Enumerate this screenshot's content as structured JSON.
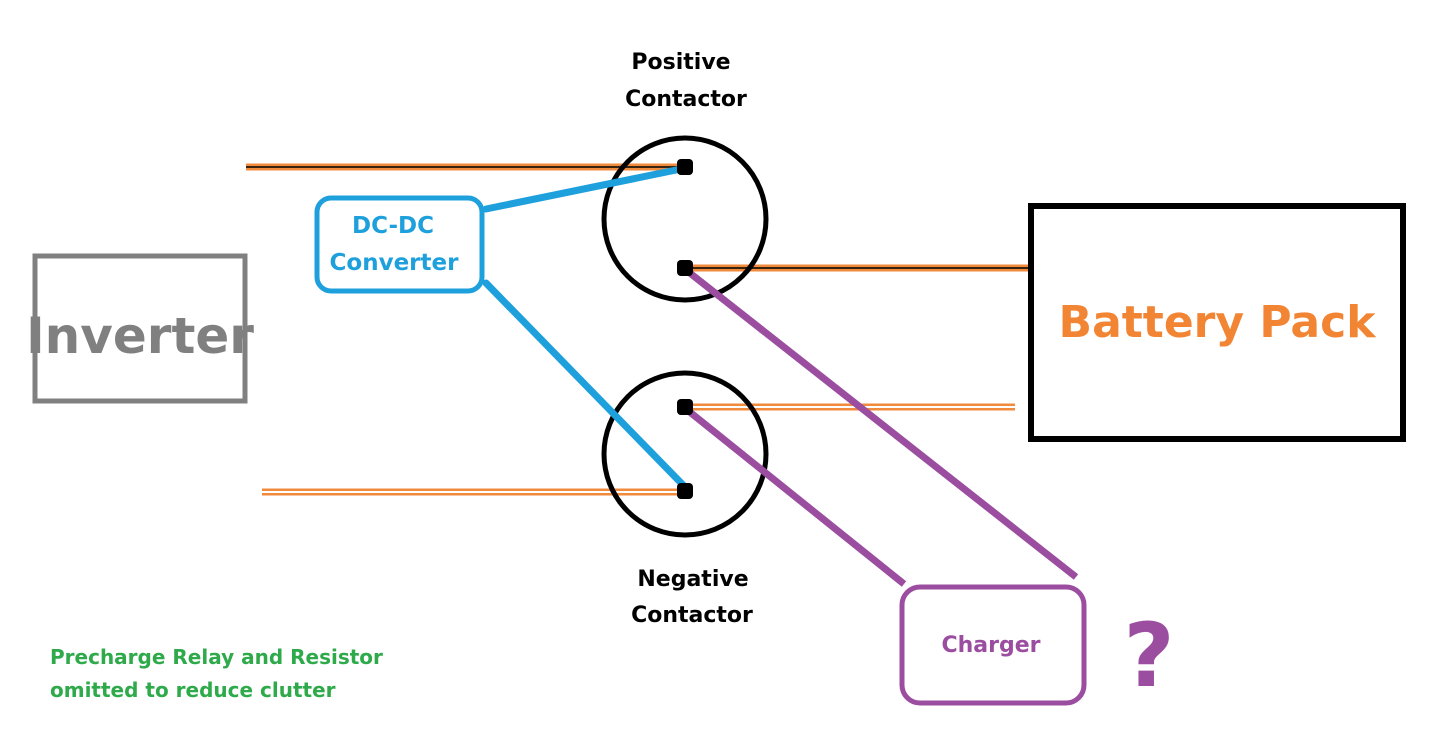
{
  "colors": {
    "background": "#ffffff",
    "cable_dark": "#3a2410",
    "cable_orange": "#f08a3c",
    "dcdc": "#1ea0dc",
    "charger": "#9b4ea0",
    "inverter": "#808080",
    "battery_text": "#f28534",
    "note": "#2eaa4a",
    "contactor": "#000000"
  },
  "labels": {
    "positive_contactor": [
      "Positive",
      "Contactor"
    ],
    "negative_contactor": [
      "Negative",
      "Contactor"
    ],
    "dcdc": [
      "DC-DC",
      "Converter"
    ],
    "inverter": "Inverter",
    "battery": "Battery Pack",
    "charger": "Charger",
    "question": "?",
    "note": [
      "Precharge Relay and Resistor",
      "omitted to reduce clutter"
    ]
  }
}
